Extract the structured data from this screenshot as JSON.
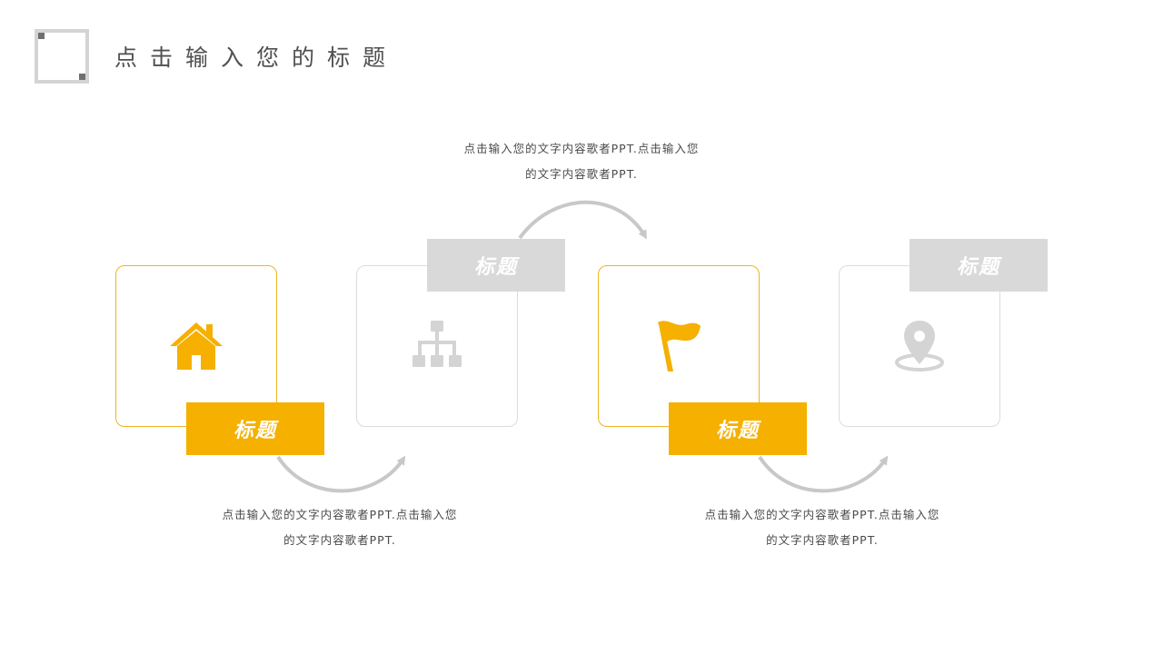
{
  "header": {
    "title": "点击输入您的标题"
  },
  "steps": [
    {
      "label": "标题",
      "icon": "home-icon",
      "color": "#f5b000"
    },
    {
      "label": "标题",
      "icon": "hierarchy-icon",
      "color": "#d9d9d9"
    },
    {
      "label": "标题",
      "icon": "flag-icon",
      "color": "#f5b000"
    },
    {
      "label": "标题",
      "icon": "location-pin-icon",
      "color": "#d9d9d9"
    }
  ],
  "descriptions": [
    {
      "line1": "点击输入您的文字内容歌者PPT.点击输入您",
      "line2": "的文字内容歌者PPT."
    },
    {
      "line1": "点击输入您的文字内容歌者PPT.点击输入您",
      "line2": "的文字内容歌者PPT."
    },
    {
      "line1": "点击输入您的文字内容歌者PPT.点击输入您",
      "line2": "的文字内容歌者PPT."
    }
  ],
  "colors": {
    "accent": "#f5b000",
    "muted": "#d9d9d9",
    "arrow": "#c8c8c8",
    "text": "#505050"
  }
}
